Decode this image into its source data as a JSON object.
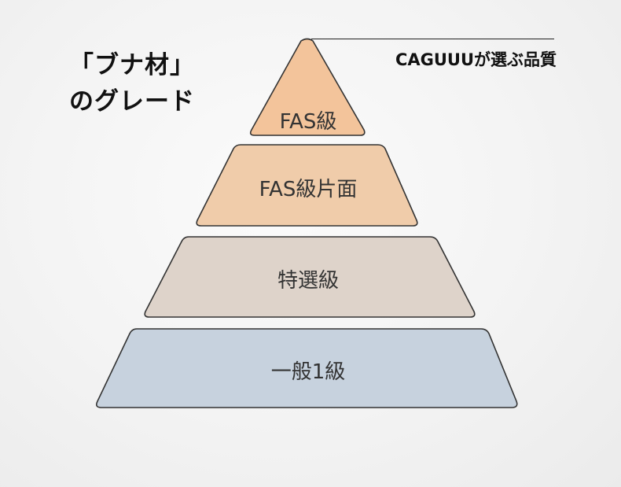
{
  "title": {
    "line1": "「ブナ材」",
    "line2": "のグレード"
  },
  "callout": {
    "text": "CAGUUUが選ぶ品質"
  },
  "tiers": [
    {
      "label": "FAS級",
      "color": "#f3c49b"
    },
    {
      "label": "FAS級片面",
      "color": "#f0ccaa"
    },
    {
      "label": "特選級",
      "color": "#ded3ca"
    },
    {
      "label": "一般1級",
      "color": "#c7d2de"
    }
  ]
}
